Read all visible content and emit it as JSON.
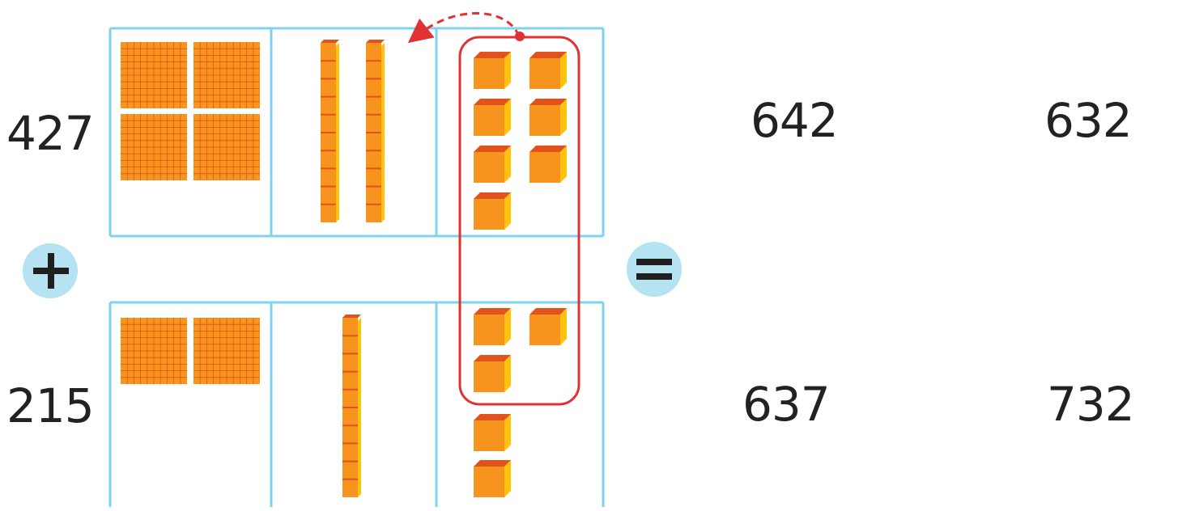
{
  "problem": {
    "addend_top": "427",
    "addend_bottom": "215",
    "top_blocks": {
      "hundreds": 4,
      "tens": 2,
      "ones": 7
    },
    "bottom_blocks": {
      "hundreds": 2,
      "tens": 1,
      "ones": 5
    },
    "regrouped_ones": 10
  },
  "options": [
    "642",
    "632",
    "637",
    "732"
  ],
  "colors": {
    "grid": "#7fd3ee",
    "block_face": "#f7941d",
    "block_top": "#e2521c",
    "block_side": "#ffc20e",
    "regroup": "#e03232",
    "operator_circle": "#b5e3f1",
    "operator_symbol": "#1f1f1f"
  },
  "icons": {
    "plus": "plus-sign-icon",
    "equals": "equals-sign-icon",
    "arrow": "regroup-arrow-icon"
  }
}
